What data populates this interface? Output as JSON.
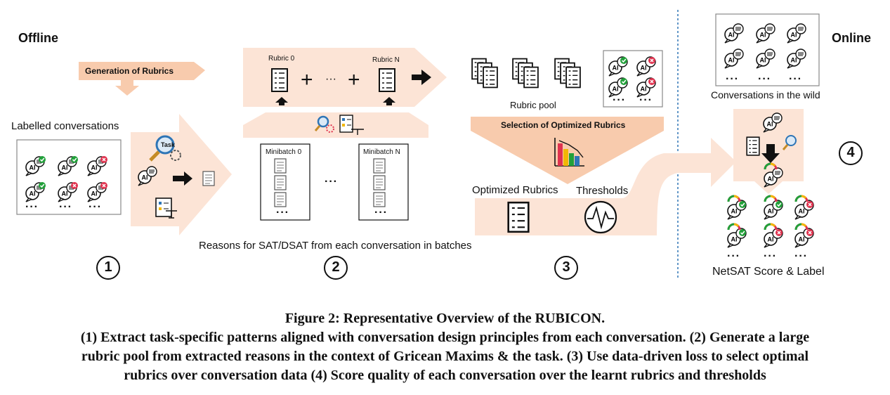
{
  "sections": {
    "offline": "Offline",
    "online": "Online"
  },
  "stage1": {
    "labelled_conversations": "Labelled conversations",
    "generation_banner": "Generation of Rubrics",
    "task_badge": "Task",
    "number": "1"
  },
  "stage2": {
    "rubric_0": "Rubric 0",
    "rubric_n": "Rubric N",
    "plus": "+",
    "ellipsis": "···",
    "minibatch_0": "Minibatch 0",
    "minibatch_n": "Minibatch N",
    "reasons_caption": "Reasons for SAT/DSAT from each conversation in batches",
    "number": "2"
  },
  "stage3": {
    "rubric_pool": "Rubric pool",
    "selection_banner": "Selection of Optimized Rubrics",
    "optimized_rubrics": "Optimized Rubrics",
    "thresholds": "Thresholds",
    "number": "3"
  },
  "stage4": {
    "conversations_in_wild": "Conversations in the wild",
    "netsat_label": "NetSAT Score & Label",
    "number": "4"
  },
  "bubble_text": "AI",
  "dots": "···",
  "caption": {
    "title": "Figure 2: Representative Overview of the RUBICON.",
    "line1": "(1) Extract task-specific patterns aligned with conversation design principles from each conversation. (2) Generate a large",
    "line2": "rubric pool from extracted reasons in the context of Gricean Maxims & the task. (3) Use data-driven loss to select optimal",
    "line3": "rubrics over conversation data (4) Score quality of each conversation over the learnt rubrics and thresholds"
  },
  "colors": {
    "peach": "#fce4d6",
    "peach_dark": "#f8cbad",
    "check_green": "#22a03a",
    "cross_red": "#e0334f",
    "divider_blue": "#2e75b6"
  }
}
